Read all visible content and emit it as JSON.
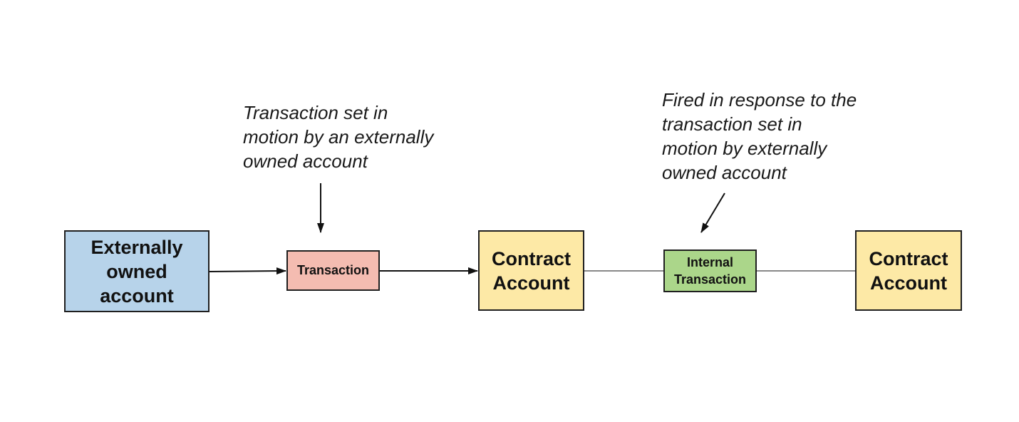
{
  "nodes": {
    "eoa": {
      "label": "Externally\nowned\naccount",
      "fill": "#b7d3ea"
    },
    "transaction": {
      "label": "Transaction",
      "fill": "#f4bcb1"
    },
    "contract1": {
      "label": "Contract\nAccount",
      "fill": "#fde9a6"
    },
    "internal": {
      "label": "Internal\nTransaction",
      "fill": "#abd68a"
    },
    "contract2": {
      "label": "Contract\nAccount",
      "fill": "#fde9a6"
    }
  },
  "annotations": {
    "transaction_note": "Transaction set in\nmotion by an externally\nowned account",
    "internal_note": "Fired in response to the\ntransaction set in\nmotion by externally\nowned account"
  },
  "colors": {
    "stroke": "#1f1f1f",
    "background": "#ffffff"
  }
}
